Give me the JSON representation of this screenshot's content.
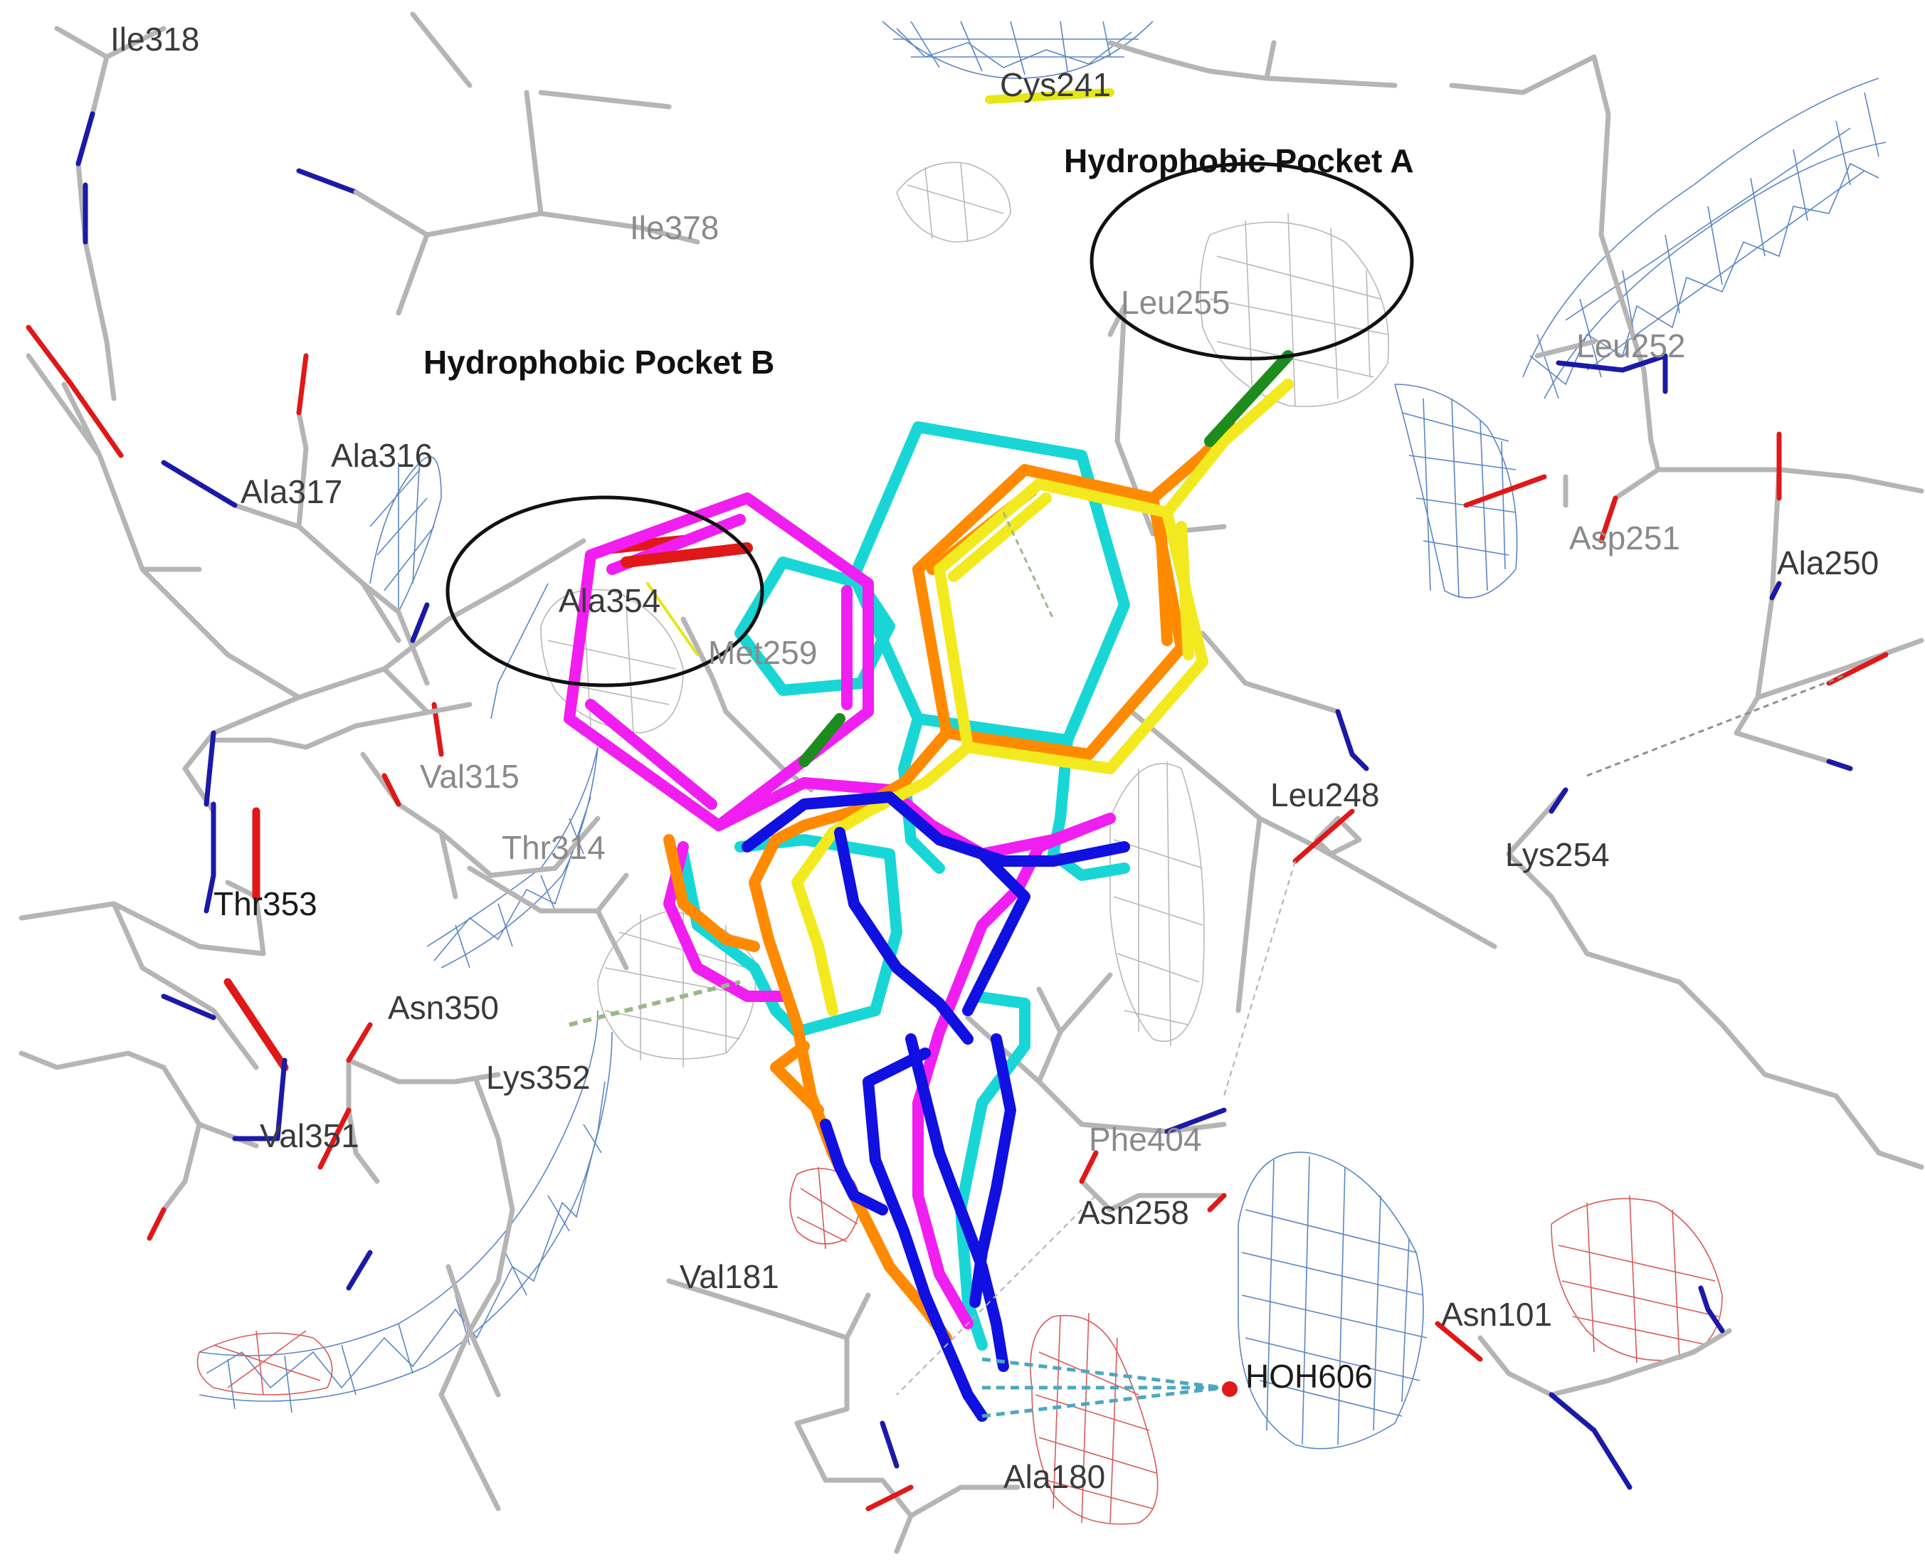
{
  "pockets": [
    {
      "id": "A",
      "label": "Hydrophobic Pocket A"
    },
    {
      "id": "B",
      "label": "Hydrophobic Pocket B"
    }
  ],
  "residues": [
    {
      "id": "ile318",
      "label": "Ile318"
    },
    {
      "id": "cys241",
      "label": "Cys241"
    },
    {
      "id": "ile378",
      "label": "Ile378"
    },
    {
      "id": "leu255",
      "label": "Leu255"
    },
    {
      "id": "leu252",
      "label": "Leu252"
    },
    {
      "id": "ala316",
      "label": "Ala316"
    },
    {
      "id": "ala317",
      "label": "Ala317"
    },
    {
      "id": "asp251",
      "label": "Asp251"
    },
    {
      "id": "ala250",
      "label": "Ala250"
    },
    {
      "id": "ala354",
      "label": "Ala354"
    },
    {
      "id": "met259",
      "label": "Met259"
    },
    {
      "id": "val315",
      "label": "Val315"
    },
    {
      "id": "leu248",
      "label": "Leu248"
    },
    {
      "id": "thr314",
      "label": "Thr314"
    },
    {
      "id": "lys254",
      "label": "Lys254"
    },
    {
      "id": "thr353",
      "label": "Thr353"
    },
    {
      "id": "asn350",
      "label": "Asn350"
    },
    {
      "id": "lys352",
      "label": "Lys352"
    },
    {
      "id": "val351",
      "label": "Val351"
    },
    {
      "id": "phe404",
      "label": "Phe404"
    },
    {
      "id": "asn258",
      "label": "Asn258"
    },
    {
      "id": "val181",
      "label": "Val181"
    },
    {
      "id": "asn101",
      "label": "Asn101"
    },
    {
      "id": "hoh606",
      "label": "HOH606"
    },
    {
      "id": "ala180",
      "label": "Ala180"
    }
  ],
  "colors": {
    "protein_backbone": "#b5b5b5",
    "nitrogen": "#1a1aa8",
    "oxygen": "#e01818",
    "sulfur": "#e6e619",
    "ligand_cyan": "#19d6d6",
    "ligand_magenta": "#f01ef0",
    "ligand_orange": "#ff8a00",
    "ligand_yellow": "#f2ea1e",
    "ligand_nitrogen": "#1010e0",
    "chlorine": "#1c8c1c",
    "mesh_blue": "#5b86c4",
    "mesh_red": "#d85a5a",
    "mesh_grey": "#b8b8b8",
    "hbond": "#4aa8c0",
    "water": "#e01818"
  }
}
